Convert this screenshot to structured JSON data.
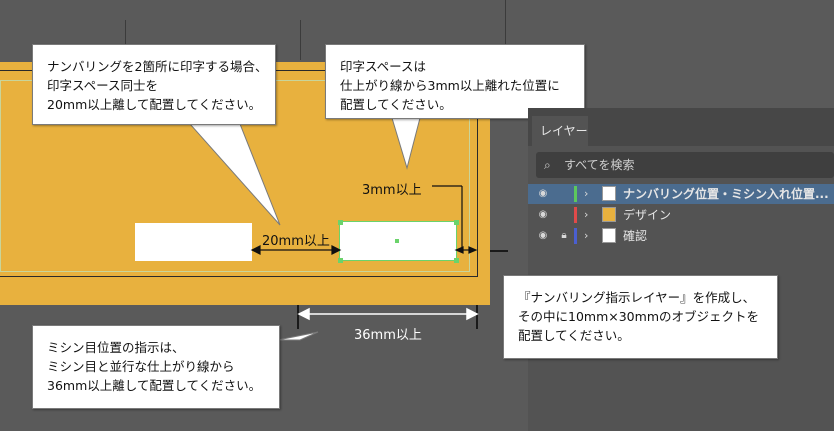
{
  "callouts": {
    "top_left": [
      "ナンバリングを2箇所に印字する場合、",
      "印字スペース同士を",
      "20mm以上離して配置してください。"
    ],
    "top_right": [
      "印字スペースは",
      "仕上がり線から3mm以上離れた位置に",
      "配置してください。"
    ],
    "bottom_left": [
      "ミシン目位置の指示は、",
      "ミシン目と並行な仕上がり線から",
      "36mm以上離して配置してください。"
    ],
    "right": [
      "『ナンバリング指示レイヤー』を作成し、",
      "その中に10mm×30mmのオブジェクトを",
      "配置してください。"
    ]
  },
  "dimensions": {
    "gap_label": "20mm以上",
    "margin_label": "3mm以上",
    "perforation_label": "36mm以上"
  },
  "layers_panel": {
    "tab_label": "レイヤー",
    "search_placeholder": "すべてを検索",
    "layers": [
      {
        "name": "ナンバリング位置・ミシン入れ位置...",
        "color": "#5cc85c",
        "locked": false,
        "selected": true
      },
      {
        "name": "デザイン",
        "color": "#e04a4a",
        "locked": false,
        "selected": false
      },
      {
        "name": "確認",
        "color": "#4a5fd0",
        "locked": true,
        "selected": false
      }
    ]
  },
  "colors": {
    "artboard": "#e8b13e",
    "canvas": "#5a5a5a",
    "selection": "#6bd36b"
  },
  "icons": [
    "eye-icon",
    "lock-icon",
    "chevron-right-icon",
    "search-icon"
  ]
}
